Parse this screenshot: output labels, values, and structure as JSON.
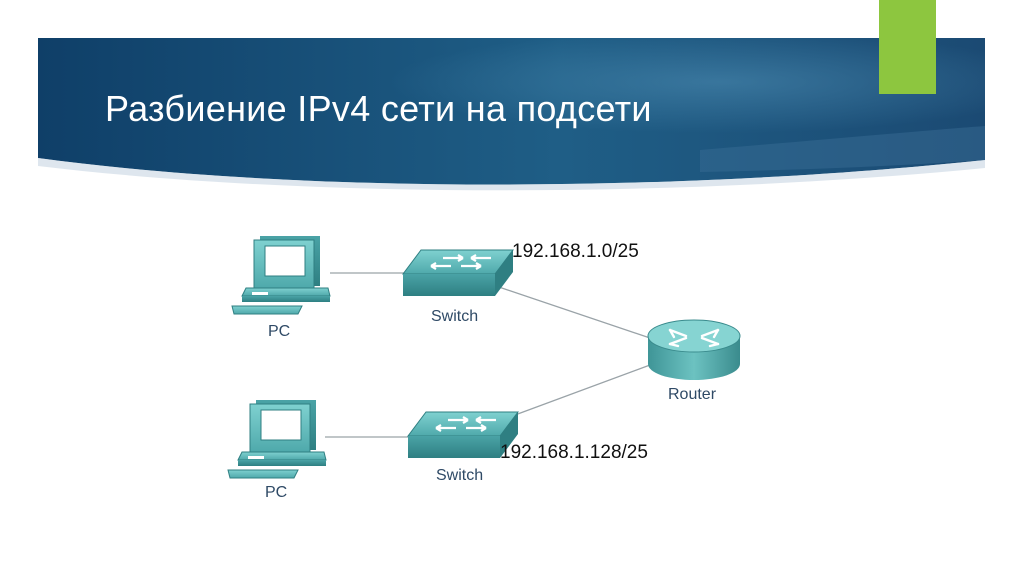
{
  "slide": {
    "title": "Разбиение IPv4 сети на подсети",
    "colors": {
      "banner": "#1d4f73",
      "accent": "#8dc63f",
      "device": "#5fb8b8"
    }
  },
  "diagram": {
    "nodes": {
      "pc_top": {
        "label": "PC",
        "icon": "pc-icon"
      },
      "switch_top": {
        "label": "Switch",
        "icon": "switch-icon"
      },
      "router": {
        "label": "Router",
        "icon": "router-icon"
      },
      "switch_bottom": {
        "label": "Switch",
        "icon": "switch-icon"
      },
      "pc_bottom": {
        "label": "PC",
        "icon": "pc-icon"
      }
    },
    "subnets": {
      "top": "192.168.1.0/25",
      "bottom": "192.168.1.128/25"
    },
    "links": [
      [
        "pc_top",
        "switch_top"
      ],
      [
        "switch_top",
        "router"
      ],
      [
        "pc_bottom",
        "switch_bottom"
      ],
      [
        "switch_bottom",
        "router"
      ]
    ]
  }
}
